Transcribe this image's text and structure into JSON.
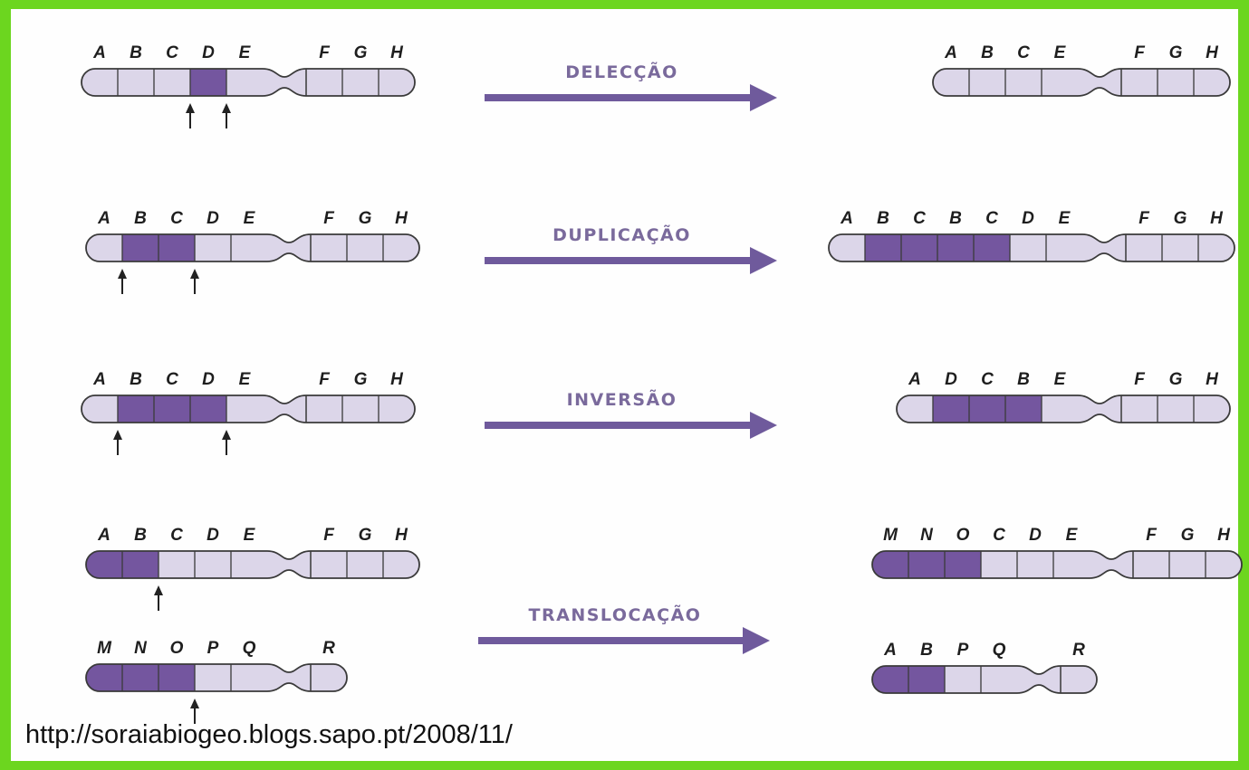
{
  "colors": {
    "frame": "#6cd61f",
    "segment_light": "#dcd6e9",
    "segment_dark": "#74569f",
    "outline": "#3a3a3a",
    "arrow": "#6f5a9c"
  },
  "operations": [
    {
      "label": "DELECÇÃO",
      "before": [
        {
          "genes": [
            "A",
            "B",
            "C",
            "D",
            "E",
            "F",
            "G",
            "H"
          ],
          "highlight": [
            "D"
          ]
        }
      ],
      "after": [
        {
          "genes": [
            "A",
            "B",
            "C",
            "E",
            "F",
            "G",
            "H"
          ],
          "highlight": []
        }
      ]
    },
    {
      "label": "DUPLICAÇÃO",
      "before": [
        {
          "genes": [
            "A",
            "B",
            "C",
            "D",
            "E",
            "F",
            "G",
            "H"
          ],
          "highlight": [
            "B",
            "C"
          ]
        }
      ],
      "after": [
        {
          "genes": [
            "A",
            "B",
            "C",
            "B",
            "C",
            "D",
            "E",
            "F",
            "G",
            "H"
          ],
          "highlight": [
            "B",
            "C",
            "B",
            "C"
          ]
        }
      ]
    },
    {
      "label": "INVERSÃO",
      "before": [
        {
          "genes": [
            "A",
            "B",
            "C",
            "D",
            "E",
            "F",
            "G",
            "H"
          ],
          "highlight": [
            "B",
            "C",
            "D"
          ]
        }
      ],
      "after": [
        {
          "genes": [
            "A",
            "D",
            "C",
            "B",
            "E",
            "F",
            "G",
            "H"
          ],
          "highlight": [
            "D",
            "C",
            "B"
          ]
        }
      ]
    },
    {
      "label": "TRANSLOCAÇÃO",
      "before": [
        {
          "genes": [
            "A",
            "B",
            "C",
            "D",
            "E",
            "F",
            "G",
            "H"
          ],
          "highlight": [
            "A",
            "B"
          ]
        },
        {
          "genes": [
            "M",
            "N",
            "O",
            "P",
            "Q",
            "R"
          ],
          "highlight": [
            "M",
            "N",
            "O"
          ]
        }
      ],
      "after": [
        {
          "genes": [
            "M",
            "N",
            "O",
            "C",
            "D",
            "E",
            "F",
            "G",
            "H"
          ],
          "highlight": [
            "M",
            "N",
            "O"
          ]
        },
        {
          "genes": [
            "A",
            "B",
            "P",
            "Q",
            "R"
          ],
          "highlight": [
            "A",
            "B"
          ]
        }
      ]
    }
  ],
  "source_url": "http://soraiabiogeo.blogs.sapo.pt/2008/11/"
}
